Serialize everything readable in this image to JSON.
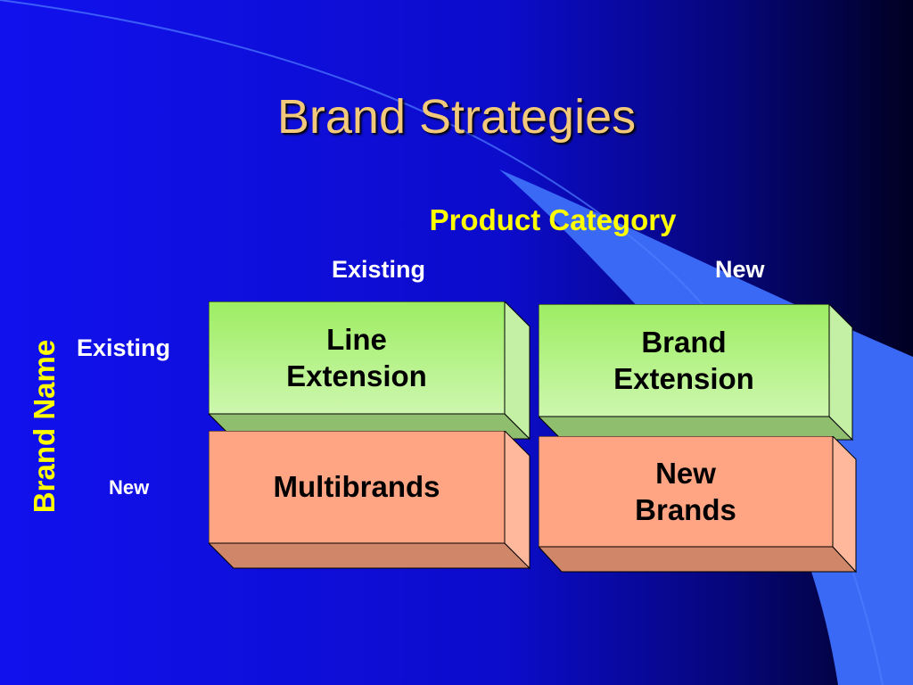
{
  "slide": {
    "title": "Brand Strategies",
    "column_axis_title": "Product Category",
    "row_axis_title": "Brand Name",
    "columns": {
      "existing": "Existing",
      "new": "New"
    },
    "rows": {
      "existing": "Existing",
      "new": "New"
    },
    "cells": {
      "existing_existing": {
        "line1": "Line",
        "line2": "Extension"
      },
      "existing_new": {
        "line1": "Brand",
        "line2": "Extension"
      },
      "new_existing": {
        "line1": "Multibrands"
      },
      "new_new": {
        "line1": "New",
        "line2": "Brands"
      }
    }
  },
  "colors": {
    "background_left": "#1010e8",
    "background_right": "#000033",
    "accent_stripe": "#3a6af5",
    "title": "#f2c97a",
    "axis_title": "#ffff00",
    "green_box": "#b6f28a",
    "orange_box": "#ffa583"
  }
}
